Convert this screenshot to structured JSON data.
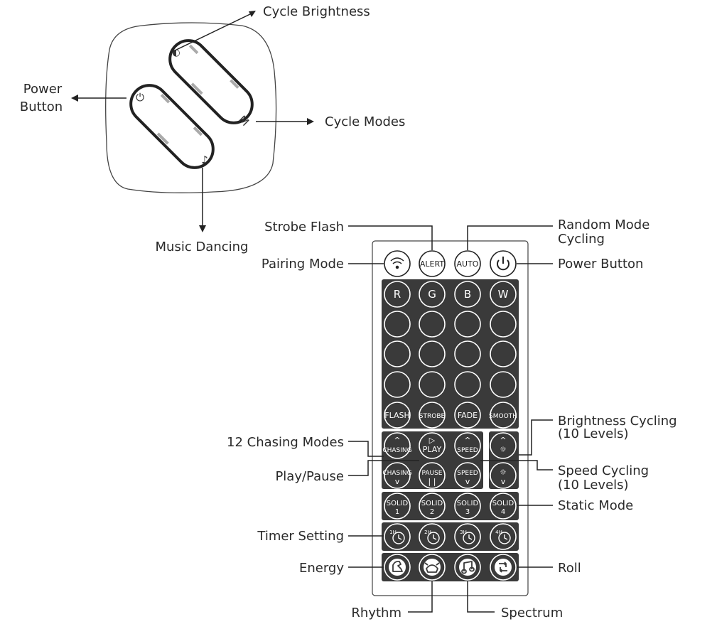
{
  "small_remote": {
    "labels": {
      "cycle_brightness": "Cycle Brightness",
      "power_button_line1": "Power",
      "power_button_line2": "Button",
      "cycle_modes": "Cycle Modes",
      "music_dancing": "Music Dancing"
    },
    "button_glyphs": {
      "brightness": "◐",
      "power": "⏻",
      "modes": "M",
      "music": "♪"
    }
  },
  "large_remote": {
    "callouts": {
      "strobe_flash": "Strobe Flash",
      "random_mode_line1": "Random Mode",
      "random_mode_line2": "Cycling",
      "pairing_mode": "Pairing Mode",
      "power_button": "Power Button",
      "brightness_cycling_line1": "Brightness Cycling",
      "brightness_cycling_line2": "(10 Levels)",
      "chasing_modes": "12 Chasing Modes",
      "play_pause": "Play/Pause",
      "speed_cycling_line1": "Speed Cycling",
      "speed_cycling_line2": "(10 Levels)",
      "static_mode": "Static Mode",
      "timer_setting": "Timer Setting",
      "energy": "Energy",
      "roll": "Roll",
      "rhythm": "Rhythm",
      "spectrum": "Spectrum"
    },
    "top_row": [
      "wifi-icon",
      "ALERT",
      "AUTO",
      "power-icon"
    ],
    "color_row": [
      "R",
      "G",
      "B",
      "W"
    ],
    "effect_row": [
      "FLASH",
      "STROBE",
      "FADE",
      "SMOOTH"
    ],
    "chase_row1": [
      {
        "line1": "^",
        "line2": "CHASING"
      },
      {
        "line1": "▷",
        "line2": "PLAY"
      },
      {
        "line1": "^",
        "line2": "SPEED"
      },
      {
        "line1": "^",
        "line2": "☼"
      }
    ],
    "chase_row2": [
      {
        "line1": "CHASING",
        "line2": "v"
      },
      {
        "line1": "PAUSE",
        "line2": "| |"
      },
      {
        "line1": "SPEED",
        "line2": "v"
      },
      {
        "line1": "☼",
        "line2": "v"
      }
    ],
    "solid_row": [
      {
        "line1": "SOLID",
        "line2": "1"
      },
      {
        "line1": "SOLID",
        "line2": "2"
      },
      {
        "line1": "SOLID",
        "line2": "3"
      },
      {
        "line1": "SOLID",
        "line2": "4"
      }
    ],
    "timer_row": [
      "1H",
      "2H",
      "3H",
      "4H"
    ],
    "music_row": [
      "energy-icon",
      "rhythm-icon",
      "spectrum-icon",
      "roll-icon"
    ],
    "colors": {
      "panel": "#3a3a3a",
      "button_stroke": "#ffffff",
      "outline": "#222222"
    }
  }
}
